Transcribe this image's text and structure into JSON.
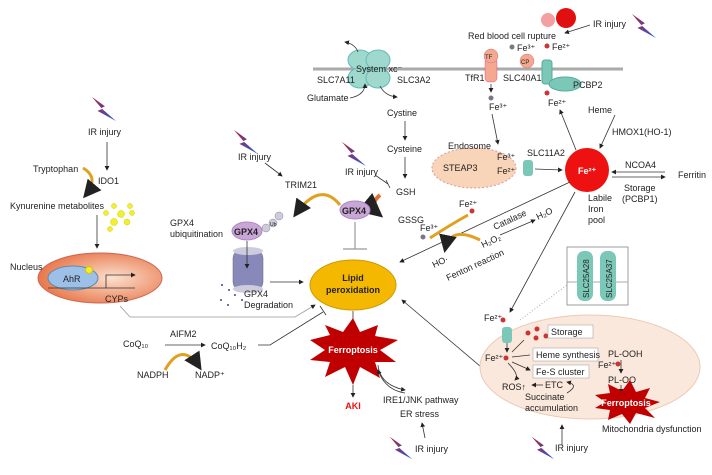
{
  "colors": {
    "fe2": "#ee1111",
    "lipid": "#f5b800",
    "ferroptosis": "#c00000",
    "gpx4": "#c9a6d6",
    "transporter": "#7cc8b8",
    "aki": "#ee1111"
  },
  "labels": {
    "ir": "IR injury",
    "rbc": "Red blood cell rupture",
    "fe3": "Fe³⁺",
    "fe2": "Fe²⁺",
    "tf": "TF",
    "cp": "CP",
    "tfr1": "TfR1",
    "slc40a1": "SLC40A1",
    "pcbp2": "PCBP2",
    "systemxc": "System xc⁻",
    "slc7a11": "SLC7A11",
    "slc3a2": "SLC3A2",
    "glutamate": "Glutamate",
    "cystine": "Cystine",
    "cysteine": "Cysteine",
    "gsh": "GSH",
    "gssg": "GSSG",
    "endosome": "Endosome",
    "steap3": "STEAP3",
    "slc11a2": "SLC11A2",
    "heme": "Heme",
    "hmox1": "HMOX1(HO-1)",
    "ncoa4": "NCOA4",
    "ferritin": "Ferritin",
    "storage": "Storage",
    "pcbp1": "(PCBP1)",
    "labile": "Labile",
    "iron": "Iron",
    "pool": "pool",
    "tryptophan": "Tryptophan",
    "ido1": "IDO1",
    "kynurenine": "Kynurenine metabolites",
    "nucleus": "Nucleus",
    "ahr": "AhR",
    "cyps": "CYPs",
    "trim21": "TRIM21",
    "gpx4": "GPX4",
    "gpx4_ub1": "GPX4",
    "gpx4_ub2": "ubiquitination",
    "ub": "Ub",
    "gpx4_deg1": "GPX4",
    "gpx4_deg2": "Degradation",
    "lipid1": "Lipid",
    "lipid2": "peroxidation",
    "ferroptosis": "Ferroptosis",
    "aki": "AKI",
    "ire1": "IRE1/JNK pathway",
    "er": "ER stress",
    "coq10": "CoQ₁₀",
    "aifm2": "AIFM2",
    "coq10h2": "CoQ₁₀H₂",
    "nadph": "NADPH",
    "nadp": "NADP⁺",
    "catalase": "Catalase",
    "h2o": "H₂O",
    "h2o2": "H₂O₂",
    "ho": "HO·",
    "fenton": "Fenton reaction",
    "slc25a28": "SLC25A28",
    "slc25a37": "SLC25A37",
    "mito_storage": "Storage",
    "heme_synth": "Heme synthesis",
    "fes": "Fe-S cluster",
    "etc": "ETC",
    "ros": "ROS↑",
    "succ1": "Succinate",
    "succ2": "accumulation",
    "plooh": "PL-OOH",
    "ploo": "PL-OO",
    "mito_dys": "Mitochondria dysfunction"
  }
}
